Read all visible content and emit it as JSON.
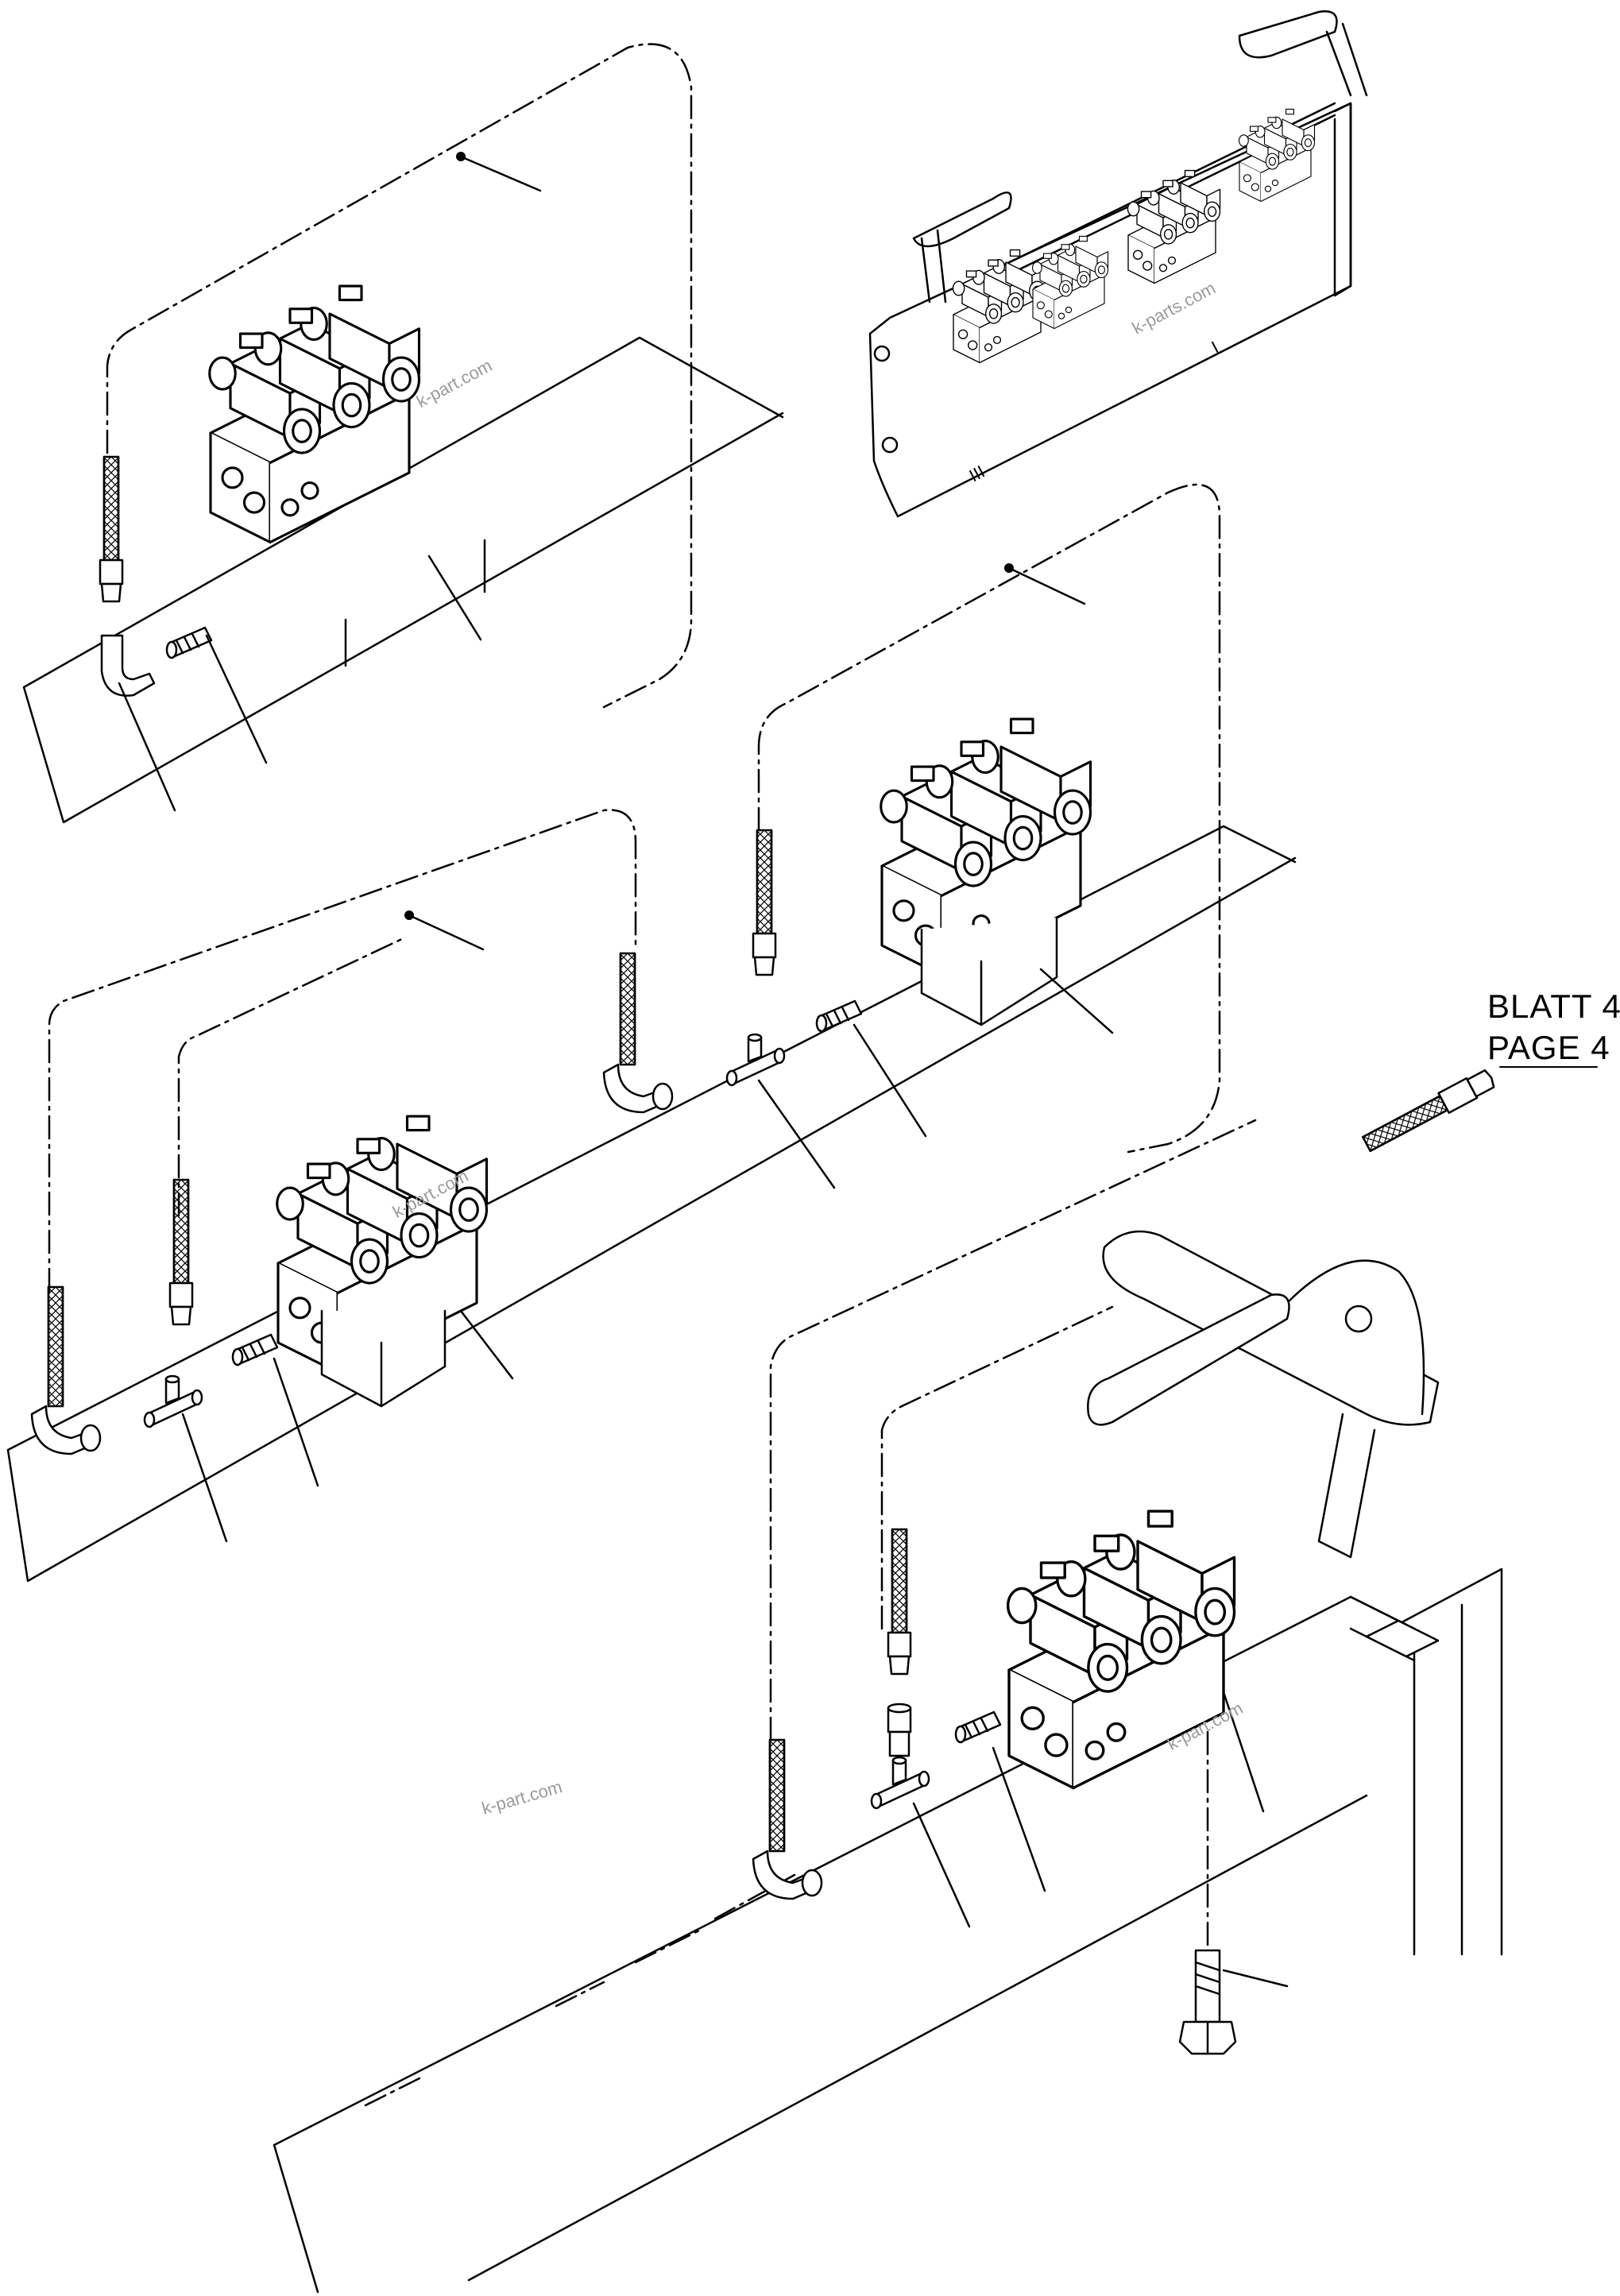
{
  "diagram": {
    "page_reference": {
      "line1": "BLATT 4",
      "line2": "PAGE  4"
    },
    "watermarks": [
      "k-part.com",
      "k-parts.com",
      "k-part.com",
      "k-part.com",
      "k-part.com"
    ],
    "frame_labels": {
      "left": "III",
      "right": "I"
    },
    "colors": {
      "line": "#000000",
      "background": "#ffffff",
      "watermark": "#9a9a9a"
    }
  }
}
